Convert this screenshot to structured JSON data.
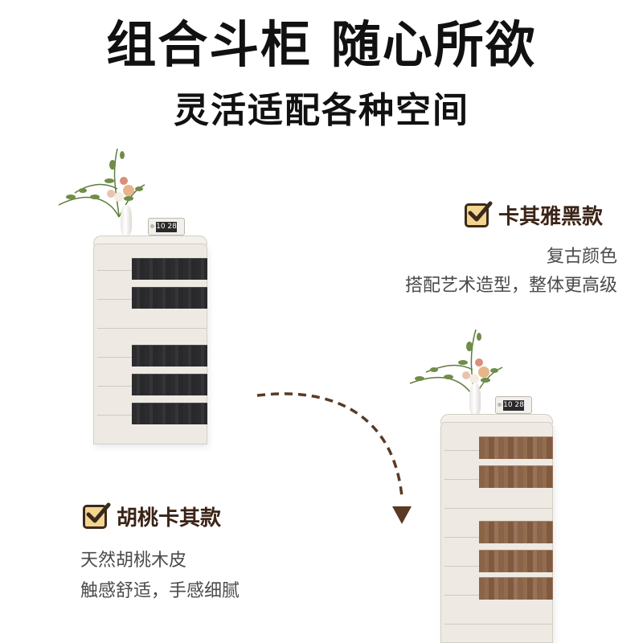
{
  "title": "组合斗柜 随心所欲",
  "subtitle": "灵活适配各种空间",
  "variant_black": {
    "name": "卡其雅黑款",
    "desc_line1": "复古颜色",
    "desc_line2": "搭配艺术造型，整体更高级"
  },
  "variant_walnut": {
    "name": "胡桃卡其款",
    "desc_line1": "天然胡桃木皮",
    "desc_line2": "触感舒适，手感细腻"
  },
  "clock_time": "10 28",
  "icons": [
    "checkbox-icon",
    "curved-arrow-icon",
    "flower-vase-icon",
    "clock-icon"
  ],
  "colors": {
    "brand_brown": "#3b2417",
    "check_fill": "#f4d590",
    "arrow": "#5a3a24",
    "cabinet_body": "#eeeae3",
    "strip_black": "#2e2e30",
    "strip_walnut": "#8a6447"
  }
}
